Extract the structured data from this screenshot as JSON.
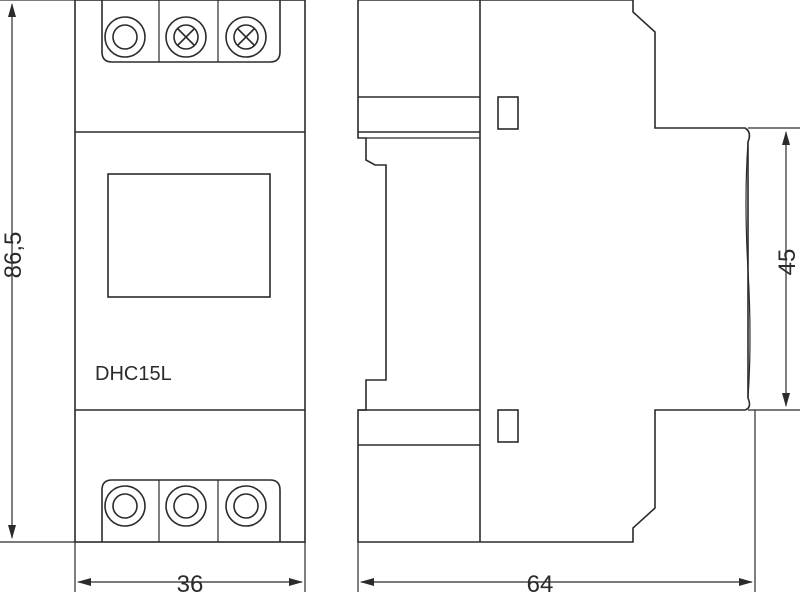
{
  "model_label": "DHC15L",
  "dimensions": {
    "front_width": "36",
    "height": "86,5",
    "side_depth": "64",
    "rail_height": "45"
  },
  "front_view": {
    "top_terminals": [
      "round-terminal",
      "screw-terminal",
      "screw-terminal"
    ],
    "bottom_terminals": [
      "round-terminal",
      "round-terminal",
      "round-terminal"
    ]
  },
  "colors": {
    "line": "#2b2b2b",
    "background": "#ffffff"
  }
}
